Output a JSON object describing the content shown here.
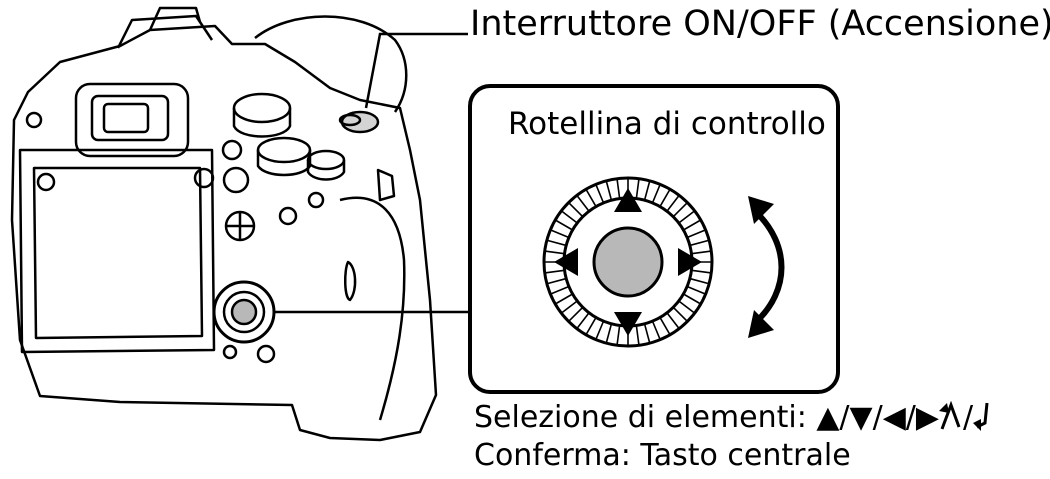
{
  "labels": {
    "power_switch": "Interruttore ON/OFF (Accensione)",
    "control_wheel_title": "Rotellina di controllo",
    "selection_prefix": "Selezione di elementi: ",
    "selection_symbols": "▲/▼/◀/▶",
    "selection_sep": "/",
    "confirm": "Conferma: Tasto centrale"
  },
  "icons": {
    "rotate_left": "rotate-left-icon",
    "rotate_right": "rotate-right-icon",
    "rotation_arrow": "rotation-double-arrow-icon"
  },
  "colors": {
    "stroke": "#000000",
    "center_button": "#b8b8b8",
    "background": "#ffffff"
  }
}
